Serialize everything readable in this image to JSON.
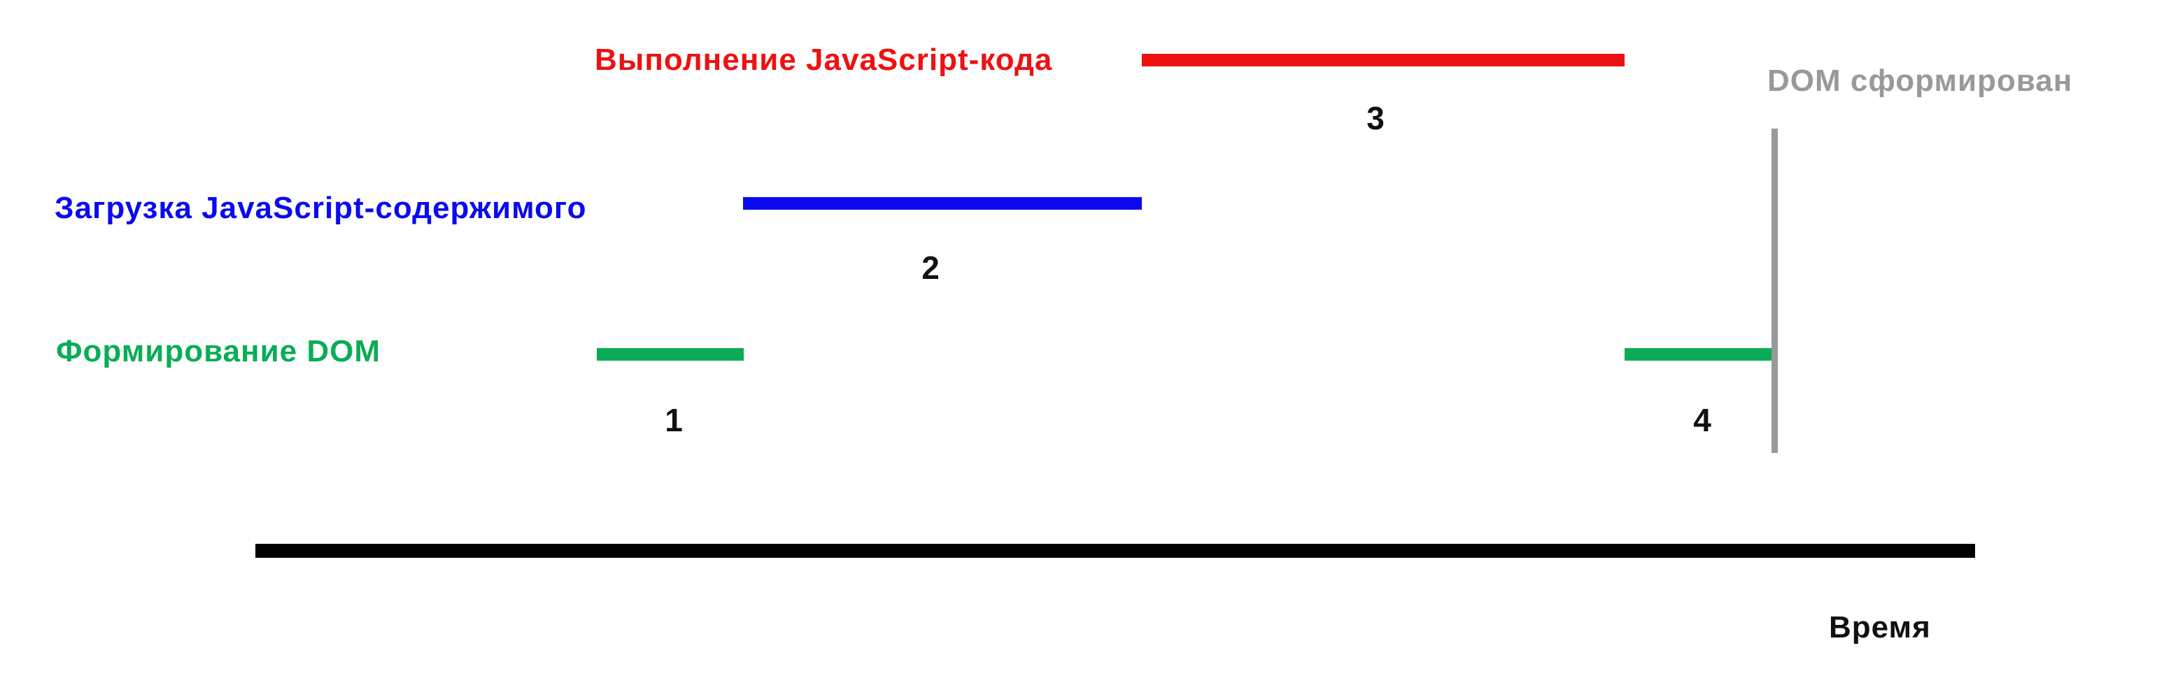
{
  "colors": {
    "execute": "#ee1111",
    "load": "#0a0af0",
    "dom_build": "#0aad55",
    "dom_ready": "#999999",
    "axis": "#000000",
    "text": "#111111"
  },
  "rows": {
    "execute": {
      "label": "Выполнение JavaScript-кода"
    },
    "load": {
      "label": "Загрузка JavaScript-содержимого"
    },
    "dom_build": {
      "label": "Формирование DOM"
    }
  },
  "segments": [
    {
      "number": "1",
      "row": "dom_build"
    },
    {
      "number": "2",
      "row": "load"
    },
    {
      "number": "3",
      "row": "execute"
    },
    {
      "number": "4",
      "row": "dom_build"
    }
  ],
  "marker": {
    "label": "DOM сформирован"
  },
  "axis": {
    "label": "Время"
  }
}
